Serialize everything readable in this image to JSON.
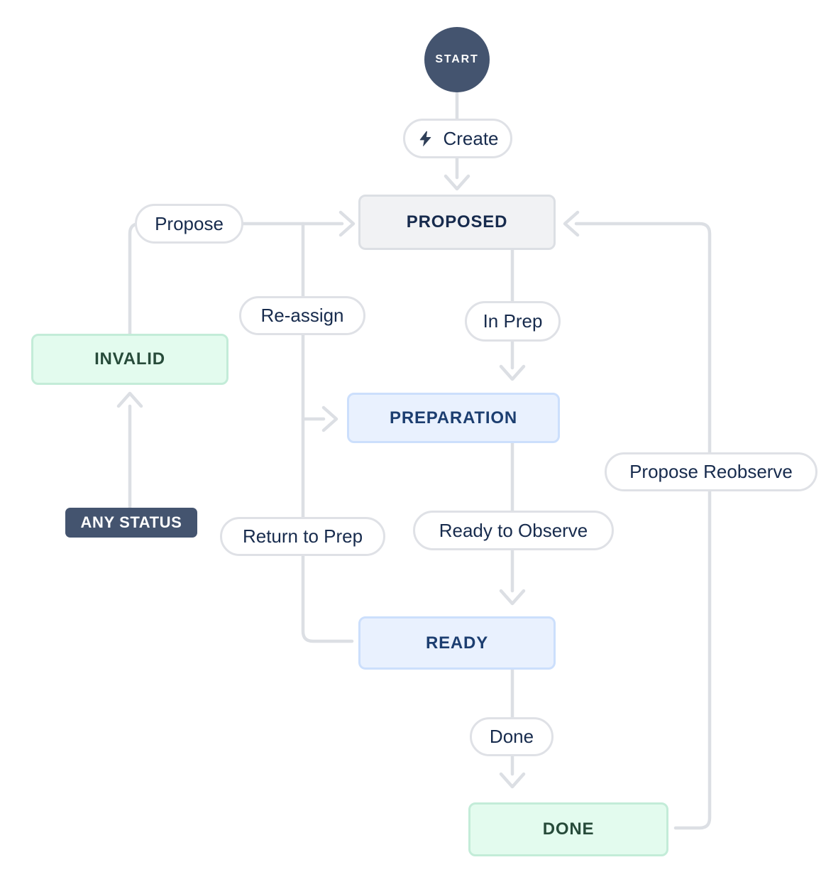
{
  "diagram": {
    "nodes": {
      "start": {
        "label": "START"
      },
      "proposed": {
        "label": "PROPOSED"
      },
      "invalid": {
        "label": "INVALID"
      },
      "any_status": {
        "label": "ANY STATUS"
      },
      "preparation": {
        "label": "PREPARATION"
      },
      "ready": {
        "label": "READY"
      },
      "done": {
        "label": "DONE"
      }
    },
    "transitions": {
      "create": {
        "label": "Create",
        "icon": "lightning-bolt-icon",
        "from": "start",
        "to": "proposed"
      },
      "propose": {
        "label": "Propose",
        "from": "invalid",
        "to": "proposed"
      },
      "reassign": {
        "label": "Re-assign",
        "from": "ready",
        "to": "proposed"
      },
      "in_prep": {
        "label": "In Prep",
        "from": "proposed",
        "to": "preparation"
      },
      "return_to_prep": {
        "label": "Return to Prep",
        "from": "ready",
        "to": "preparation"
      },
      "ready_to_observe": {
        "label": "Ready to Observe",
        "from": "preparation",
        "to": "ready"
      },
      "done": {
        "label": "Done",
        "from": "ready",
        "to": "done"
      },
      "propose_reobserve": {
        "label": "Propose Reobserve",
        "from": "done",
        "to": "proposed"
      },
      "any_status_invalid": {
        "label": "",
        "from": "any_status",
        "to": "invalid"
      }
    },
    "colors": {
      "line": "#dcdfe4",
      "slate": "#44546f",
      "navy_text": "#172b4d",
      "gray_bg": "#f1f2f4",
      "gray_border": "#dcdfe4",
      "green_bg": "#e3fbee",
      "green_border": "#c3ecd8",
      "green_text": "#274b3a",
      "blue_bg": "#e9f1fe",
      "blue_border": "#ccdffc",
      "blue_text": "#1c3e70",
      "pill_bg": "#ffffff",
      "pill_border": "#dfe1e6",
      "bolt_icon": "#2f3f58"
    }
  }
}
